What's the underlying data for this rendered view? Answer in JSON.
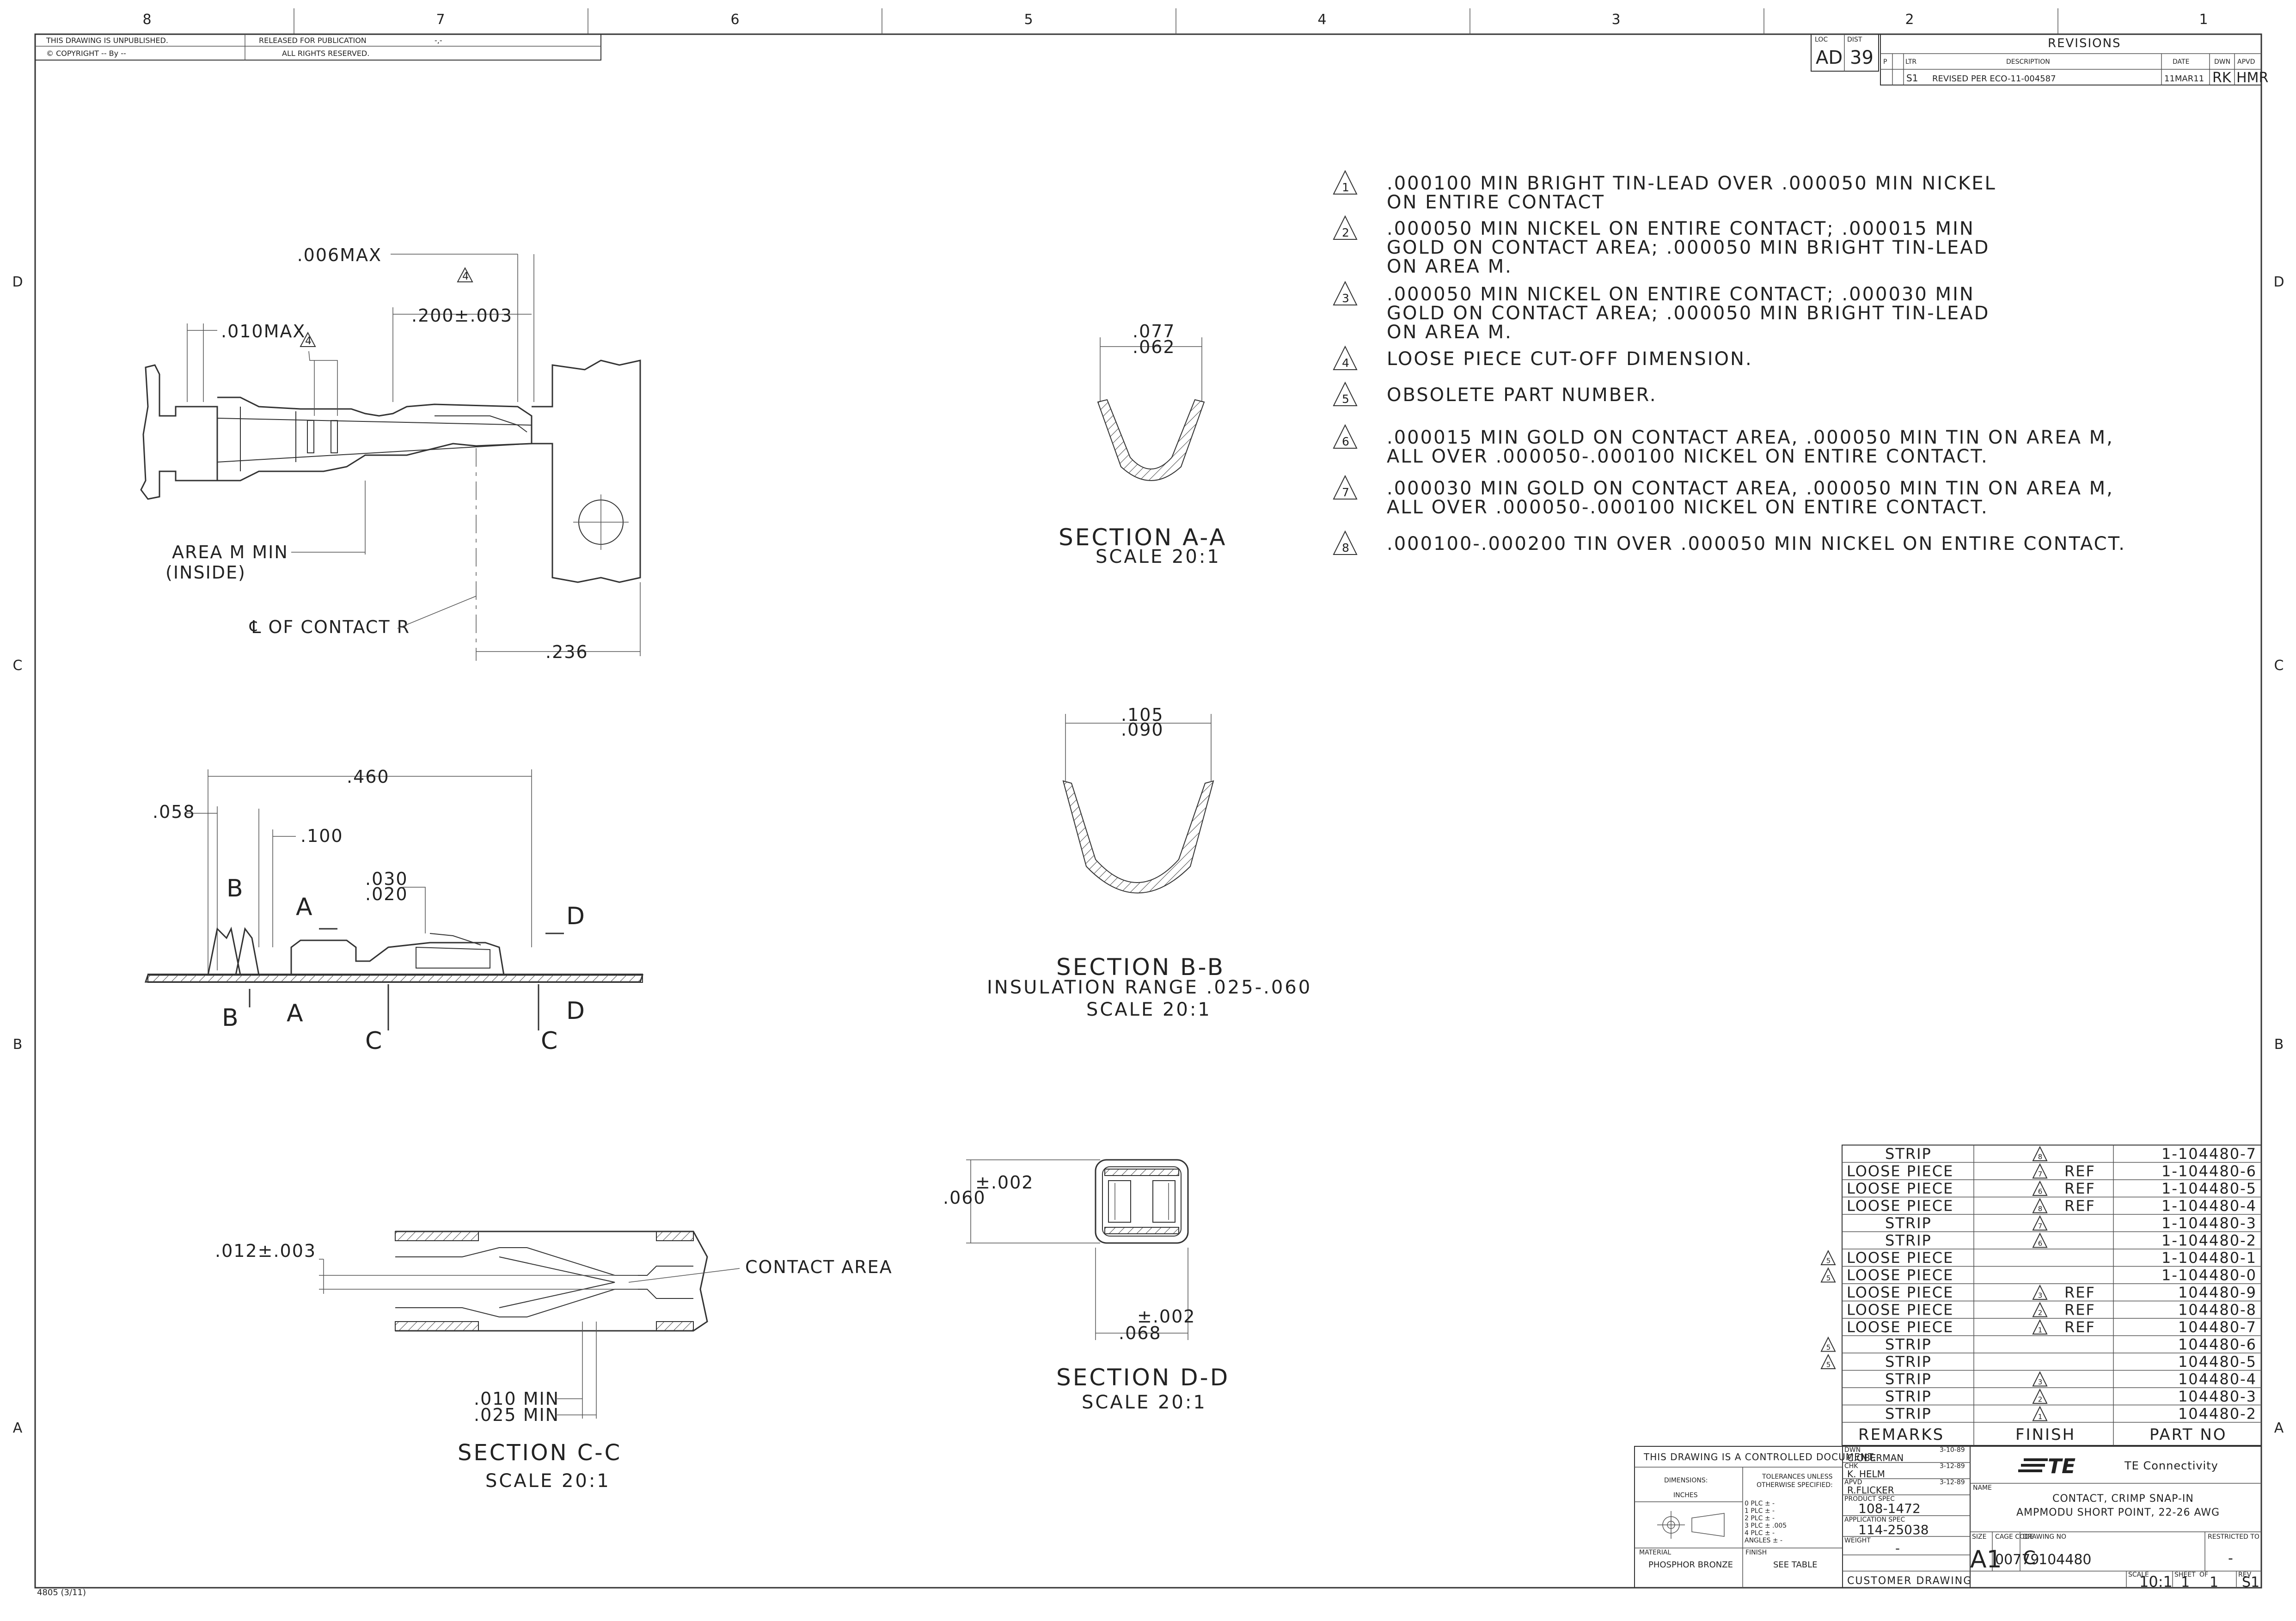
{
  "border": {
    "zones_top": [
      "8",
      "7",
      "6",
      "5",
      "4",
      "3",
      "2",
      "1"
    ],
    "zones_side": [
      "D",
      "C",
      "B",
      "A"
    ],
    "form_no": "4805 (3/11)"
  },
  "header": {
    "unpublished": "THIS DRAWING IS UNPUBLISHED.",
    "released": "RELEASED FOR PUBLICATION",
    "copyright": "© COPYRIGHT  --   By --",
    "rights": "ALL RIGHTS RESERVED.",
    "dash": "-,-"
  },
  "loc_dist": {
    "loc_label": "LOC",
    "loc": "AD",
    "dist_label": "DIST",
    "dist": "39"
  },
  "revisions": {
    "title": "REVISIONS",
    "cols": [
      "P",
      "LTR",
      "DESCRIPTION",
      "DATE",
      "DWN",
      "APVD"
    ],
    "row": {
      "ltr": "S1",
      "desc": "REVISED PER ECO-11-004587",
      "date": "11MAR11",
      "dwn": "RK",
      "apvd": "HMR"
    }
  },
  "notes": [
    {
      "n": "1",
      "lines": [
        ".000100 MIN BRIGHT TIN-LEAD OVER .000050 MIN NICKEL",
        "ON ENTIRE CONTACT"
      ]
    },
    {
      "n": "2",
      "lines": [
        ".000050 MIN NICKEL ON ENTIRE CONTACT; .000015 MIN",
        "GOLD ON CONTACT AREA; .000050 MIN BRIGHT TIN-LEAD",
        "ON AREA M."
      ]
    },
    {
      "n": "3",
      "lines": [
        ".000050 MIN NICKEL ON ENTIRE CONTACT; .000030 MIN",
        "GOLD ON CONTACT AREA; .000050 MIN BRIGHT TIN-LEAD",
        "ON AREA M."
      ]
    },
    {
      "n": "4",
      "lines": [
        "LOOSE PIECE CUT-OFF DIMENSION."
      ]
    },
    {
      "n": "5",
      "lines": [
        "OBSOLETE PART NUMBER."
      ]
    },
    {
      "n": "6",
      "lines": [
        ".000015 MIN GOLD ON CONTACT AREA, .000050 MIN TIN ON AREA M,",
        "ALL OVER .000050-.000100 NICKEL ON ENTIRE CONTACT."
      ]
    },
    {
      "n": "7",
      "lines": [
        ".000030 MIN GOLD ON CONTACT AREA, .000050 MIN TIN ON AREA M,",
        "ALL OVER .000050-.000100 NICKEL ON ENTIRE CONTACT."
      ]
    },
    {
      "n": "8",
      "lines": [
        ".000100-.000200 TIN OVER .000050 MIN NICKEL ON ENTIRE CONTACT."
      ]
    }
  ],
  "top_view": {
    "dim_006": ".006MAX",
    "dim_010": ".010MAX",
    "dim_200": ".200±.003",
    "note4": "4",
    "area_m": "AREA M MIN",
    "area_m2": "(INSIDE)",
    "cl": "℄ OF CONTACT R",
    "dim_236": ".236"
  },
  "side_view": {
    "dim_460": ".460",
    "dim_058": ".058",
    "dim_100": ".100",
    "dim_030": ".030",
    "dim_020": ".020",
    "B": "B",
    "A": "A",
    "C": "C",
    "D": "D"
  },
  "section_cc": {
    "dim_012": ".012±.003",
    "contact_area": "CONTACT AREA",
    "dim_010": ".010 MIN",
    "dim_025": ".025 MIN",
    "title": "SECTION C-C",
    "scale": "SCALE 20:1"
  },
  "section_aa": {
    "dim_077": ".077",
    "dim_062": ".062",
    "title": "SECTION A-A",
    "scale": "SCALE 20:1"
  },
  "section_bb": {
    "dim_105": ".105",
    "dim_090": ".090",
    "title": "SECTION B-B",
    "range": "INSULATION RANGE .025-.060",
    "scale": "SCALE 20:1"
  },
  "section_dd": {
    "tol1": "±.002",
    "dim_060": ".060",
    "tol2": "±.002",
    "dim_068": ".068",
    "title": "SECTION D-D",
    "scale": "SCALE 20:1"
  },
  "parts_table": {
    "headers": [
      "REMARKS",
      "FINISH",
      "PART NO"
    ],
    "rows": [
      {
        "mark": "",
        "remarks": "STRIP",
        "finish_note": "8",
        "finish": "",
        "part": "1-104480-7"
      },
      {
        "mark": "",
        "remarks": "LOOSE PIECE",
        "finish_note": "7",
        "finish": "REF",
        "part": "1-104480-6"
      },
      {
        "mark": "",
        "remarks": "LOOSE PIECE",
        "finish_note": "6",
        "finish": "REF",
        "part": "1-104480-5"
      },
      {
        "mark": "",
        "remarks": "LOOSE PIECE",
        "finish_note": "8",
        "finish": "REF",
        "part": "1-104480-4"
      },
      {
        "mark": "",
        "remarks": "STRIP",
        "finish_note": "7",
        "finish": "",
        "part": "1-104480-3"
      },
      {
        "mark": "",
        "remarks": "STRIP",
        "finish_note": "6",
        "finish": "",
        "part": "1-104480-2"
      },
      {
        "mark": "5",
        "remarks": "LOOSE PIECE",
        "finish_note": "",
        "finish": "",
        "part": "1-104480-1"
      },
      {
        "mark": "5",
        "remarks": "LOOSE PIECE",
        "finish_note": "",
        "finish": "",
        "part": "1-104480-0"
      },
      {
        "mark": "",
        "remarks": "LOOSE PIECE",
        "finish_note": "3",
        "finish": "REF",
        "part": "104480-9"
      },
      {
        "mark": "",
        "remarks": "LOOSE PIECE",
        "finish_note": "2",
        "finish": "REF",
        "part": "104480-8"
      },
      {
        "mark": "",
        "remarks": "LOOSE PIECE",
        "finish_note": "1",
        "finish": "REF",
        "part": "104480-7"
      },
      {
        "mark": "5",
        "remarks": "STRIP",
        "finish_note": "",
        "finish": "",
        "part": "104480-6"
      },
      {
        "mark": "5",
        "remarks": "STRIP",
        "finish_note": "",
        "finish": "",
        "part": "104480-5"
      },
      {
        "mark": "",
        "remarks": "STRIP",
        "finish_note": "3",
        "finish": "",
        "part": "104480-4"
      },
      {
        "mark": "",
        "remarks": "STRIP",
        "finish_note": "2",
        "finish": "",
        "part": "104480-3"
      },
      {
        "mark": "",
        "remarks": "STRIP",
        "finish_note": "1",
        "finish": "",
        "part": "104480-2"
      }
    ]
  },
  "title_block": {
    "controlled": "THIS DRAWING IS A CONTROLLED DOCUMENT.",
    "dimensions": "DIMENSIONS:",
    "inches": "INCHES",
    "tolerances": "TOLERANCES UNLESS",
    "otherwise": "OTHERWISE SPECIFIED:",
    "plc": [
      "0 PLC   ±  -",
      "1 PLC   ±  -",
      "2 PLC   ±  -",
      "3 PLC   ±  .005",
      "4 PLC   ±  -",
      "ANGLES         ±  -"
    ],
    "material_label": "MATERIAL",
    "material": "PHOSPHOR BRONZE",
    "finish_label": "FINISH",
    "finish": "SEE TABLE",
    "dwn_label": "DWN",
    "dwn": "C.OBERMAN",
    "dwn_date": "3-10-89",
    "chk_label": "CHK",
    "chk": "K. HELM",
    "chk_date": "3-12-89",
    "apvd_label": "APVD",
    "apvd": "R.FLICKER",
    "apvd_date": "3-12-89",
    "product_spec_label": "PRODUCT SPEC",
    "product_spec": "108-1472",
    "app_spec_label": "APPLICATION SPEC",
    "app_spec": "114-25038",
    "weight_label": "WEIGHT",
    "weight": "-",
    "company": "TE Connectivity",
    "logo": "TE",
    "name_label": "NAME",
    "name1": "CONTACT, CRIMP SNAP-IN",
    "name2": "AMPMODU SHORT POINT, 22-26 AWG",
    "size_label": "SIZE",
    "size": "A1",
    "cage_label": "CAGE CODE",
    "cage": "00779",
    "dwg_label": "DRAWING NO",
    "dwg_prefix": "C",
    "dwg_no": "104480",
    "restricted_label": "RESTRICTED TO",
    "restricted": "-",
    "customer": "CUSTOMER DRAWING",
    "scale_label": "SCALE",
    "scale": "10:1",
    "sheet_label": "SHEET",
    "sheet": "1",
    "of_label": "OF",
    "of": "1",
    "rev_label": "REV",
    "rev": "S1"
  }
}
